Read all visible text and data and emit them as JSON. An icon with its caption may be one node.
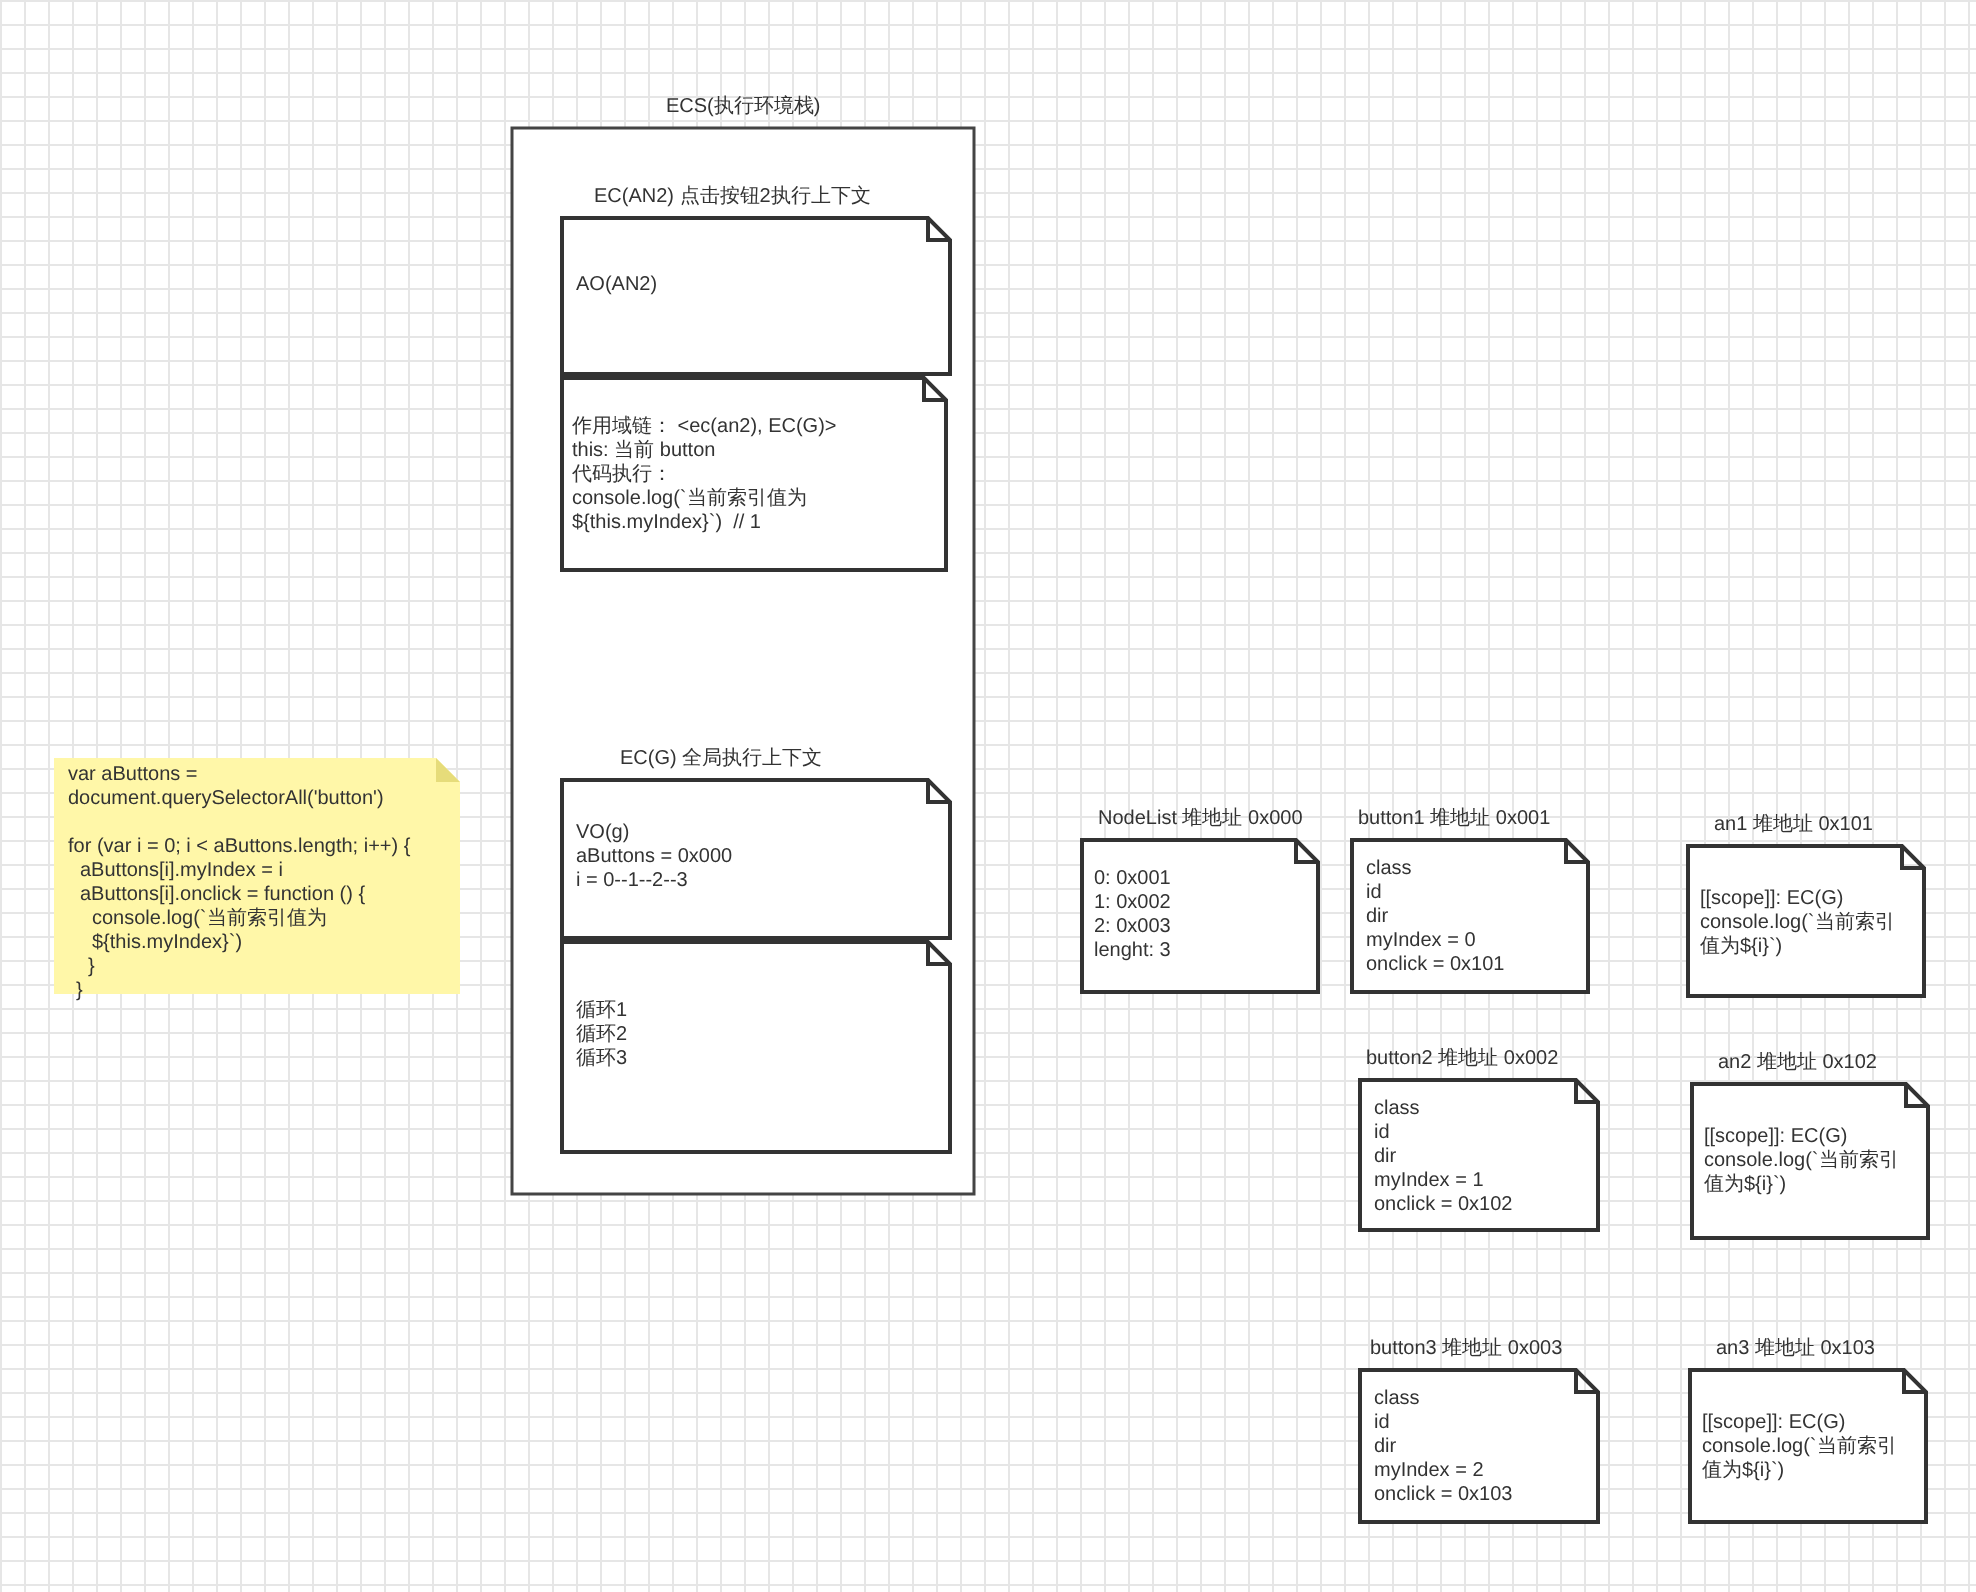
{
  "diagram": {
    "nodes": [
      {
        "text": [
          "ECS(执行环境栈)"
        ]
      },
      {
        "text": [
          "EC(AN2) 点击按钮2执行上下文",
          "AO(AN2)"
        ],
        "in": 0
      },
      {
        "text": [
          "作用域链： <ec(an2), EC(G)>",
          "this: 当前 button",
          "代码执行：",
          "console.log(`当前索引值为${this.myIndex}`)  // 1"
        ],
        "in": 0
      },
      {
        "text": [
          "EC(G) 全局执行上下文",
          "VO(g)",
          "aButtons = 0x000",
          "i = 0--1--2--3"
        ],
        "in": 0
      },
      {
        "text": [
          "循环1",
          "循环2",
          "循环3"
        ],
        "in": 0
      },
      {
        "text": [
          "var aButtons = document.querySelectorAll('button')",
          "for (var i = 0; i < aButtons.length; i++) {",
          "aButtons[i].myIndex = i",
          "aButtons[i].onclick = function () {",
          "console.log(`当前索引值为${this.myIndex}`)",
          "}",
          "}"
        ]
      },
      {
        "text": [
          "NodeList 堆地址 0x000",
          "0: 0x001",
          "1: 0x002",
          "2: 0x003",
          "lenght: 3"
        ]
      },
      {
        "text": [
          "button1 堆地址 0x001",
          "class",
          "id",
          "dir",
          "myIndex = 0",
          "onclick = 0x101"
        ]
      },
      {
        "text": [
          "an1 堆地址 0x101",
          "[[scope]]: EC(G)",
          "console.log(`当前索引值为${i}`)"
        ]
      },
      {
        "text": [
          "button2 堆地址 0x002",
          "class",
          "id",
          "dir",
          "myIndex = 1",
          "onclick = 0x102"
        ]
      },
      {
        "text": [
          "an2 堆地址 0x102",
          "[[scope]]: EC(G)",
          "console.log(`当前索引值为${i}`)"
        ]
      },
      {
        "text": [
          "button3 堆地址 0x003",
          "class",
          "id",
          "dir",
          "myIndex = 2",
          "onclick = 0x103"
        ]
      },
      {
        "text": [
          "an3 堆地址 0x103",
          "[[scope]]: EC(G)",
          "console.log(`当前索引值为${i}`)"
        ]
      }
    ]
  }
}
